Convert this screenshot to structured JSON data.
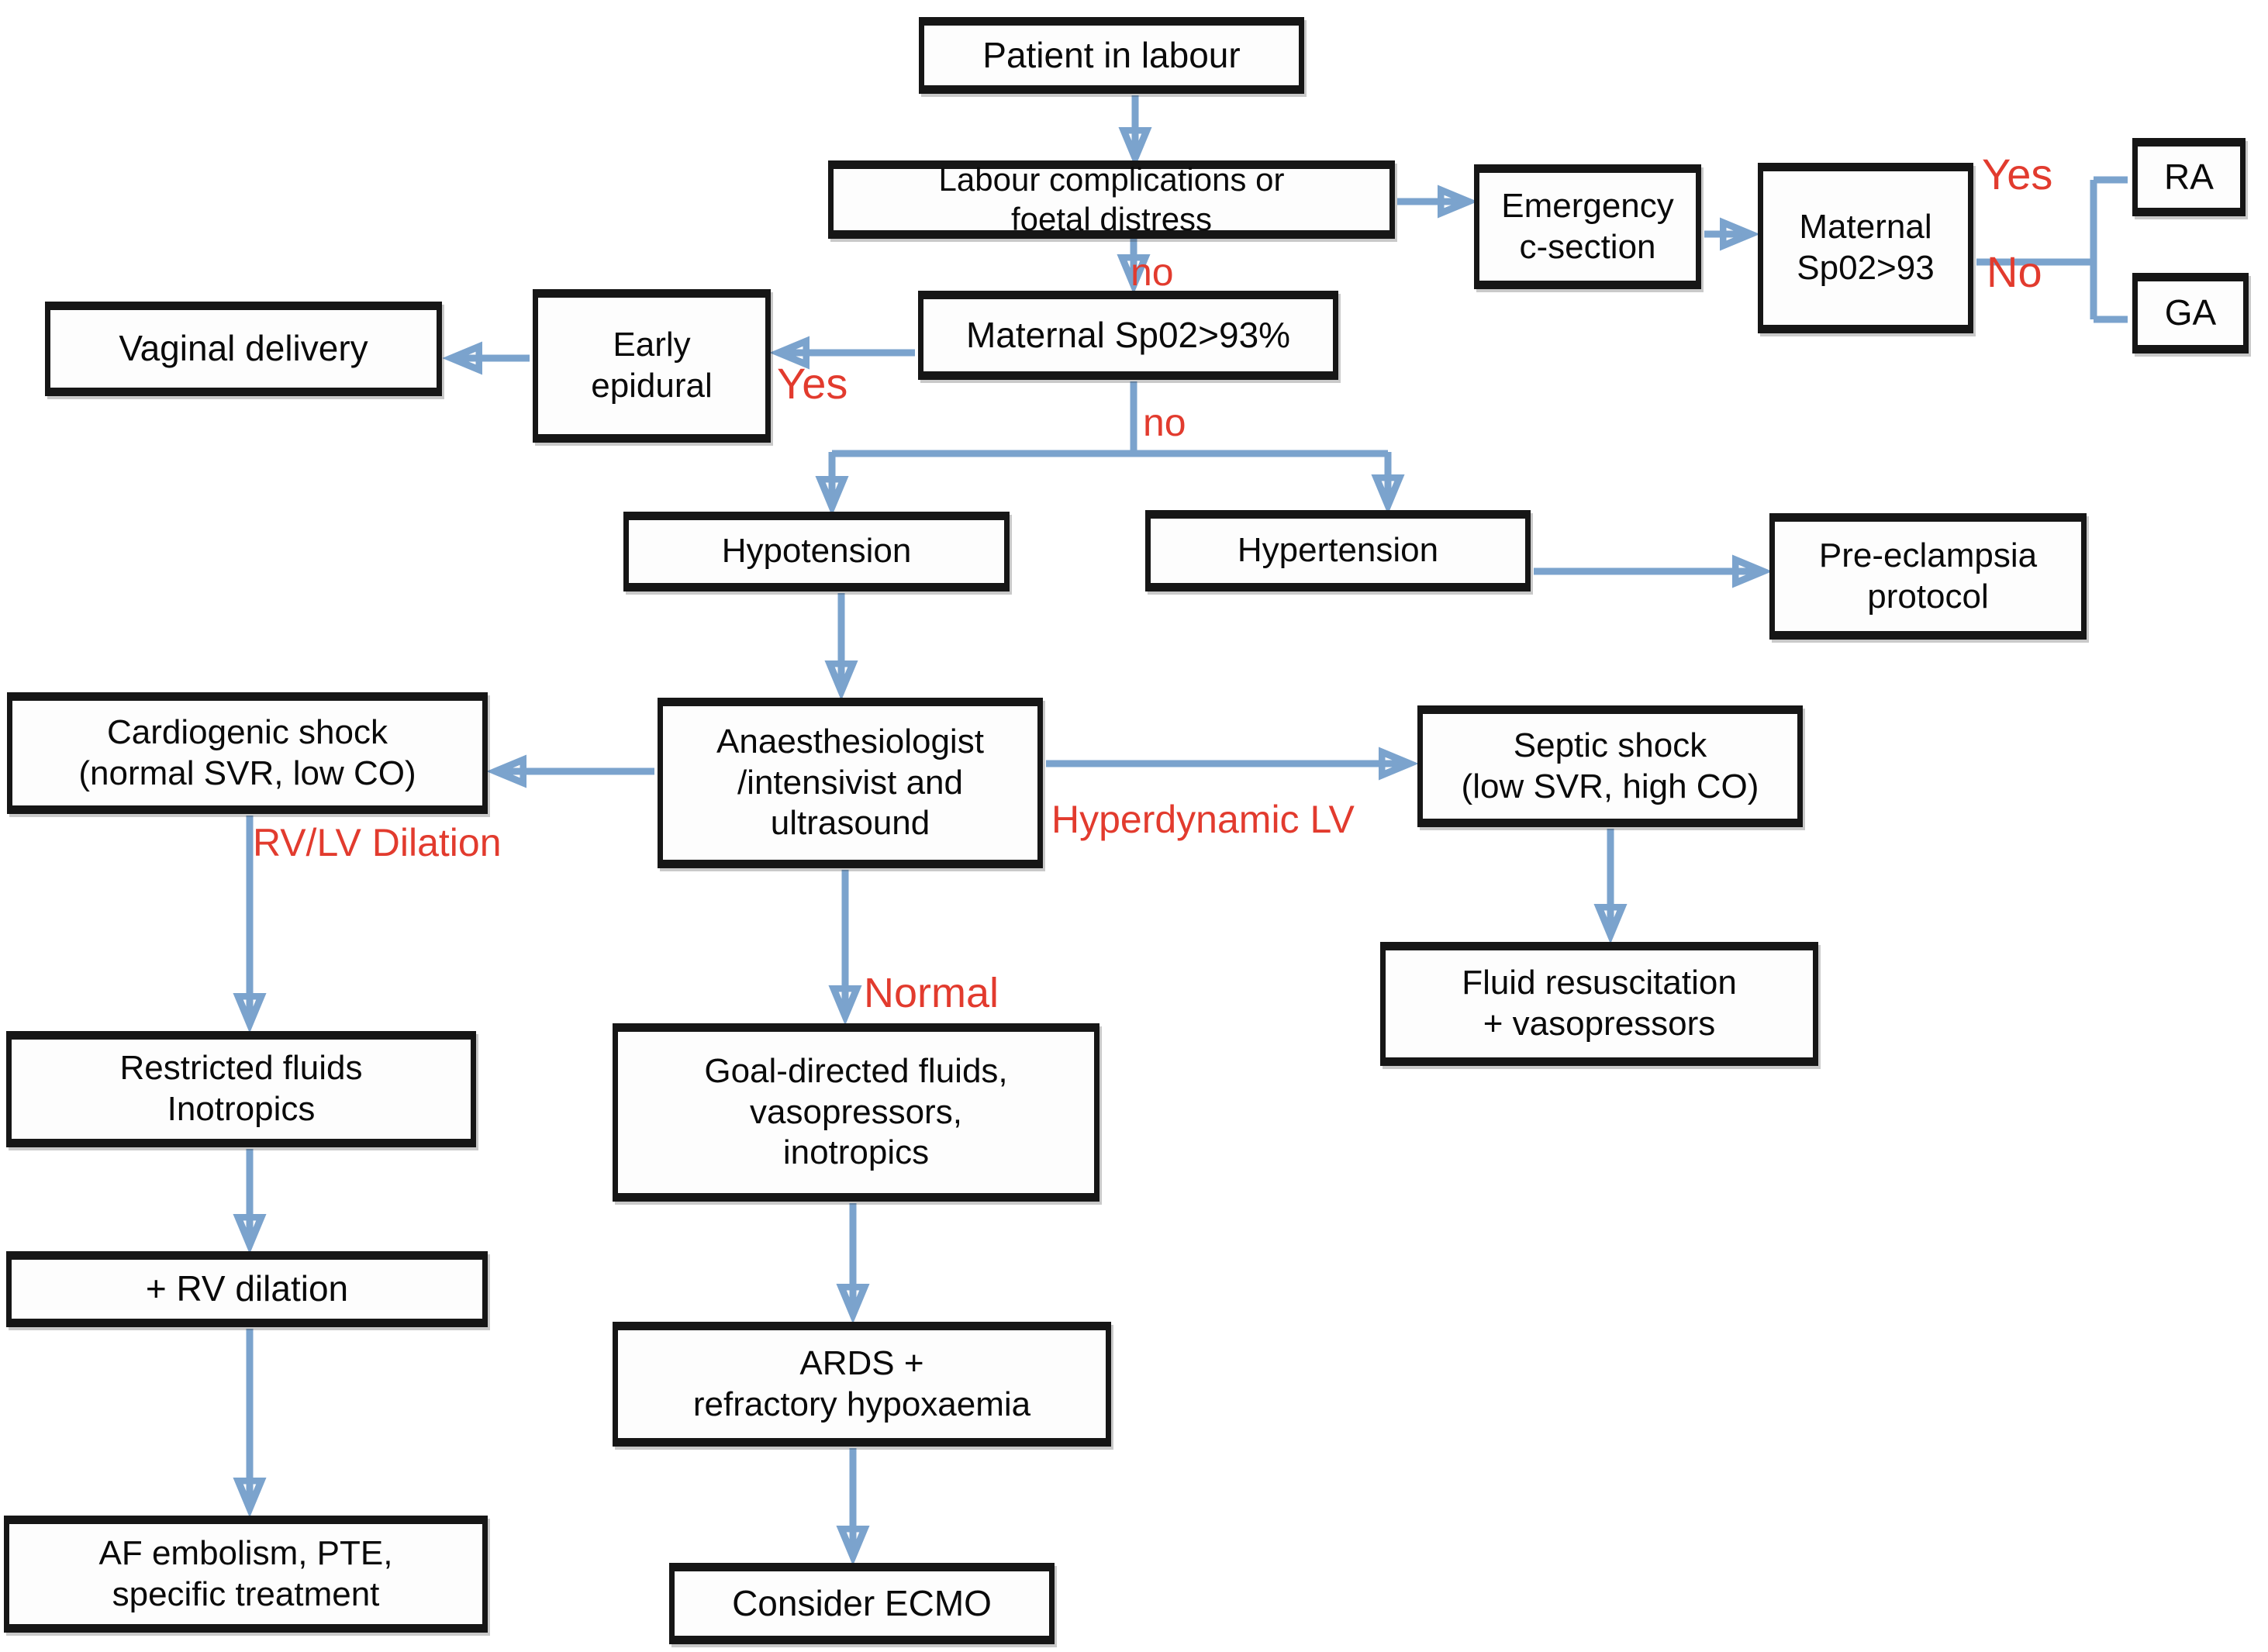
{
  "figure": {
    "colors": {
      "box_border": "#161616",
      "box_fill": "#fdfdfd",
      "arrow": "#7ba3cd",
      "edge_label": "#e23b2e",
      "text": "#0a0a0a",
      "background": "#ffffff"
    },
    "nodes": {
      "patient_in_labour": {
        "label": "Patient in labour"
      },
      "labour_complications": {
        "label": "Labour complications or\nfoetal distress"
      },
      "emergency_c_section": {
        "label": "Emergency\nc-section"
      },
      "maternal_spo2_right": {
        "label": "Maternal\nSp02>93"
      },
      "ra": {
        "label": "RA"
      },
      "ga": {
        "label": "GA"
      },
      "vaginal_delivery": {
        "label": "Vaginal delivery"
      },
      "early_epidural": {
        "label": "Early\nepidural"
      },
      "maternal_spo2_main": {
        "label": "Maternal Sp02>93%"
      },
      "hypotension": {
        "label": "Hypotension"
      },
      "hypertension": {
        "label": "Hypertension"
      },
      "pre_eclampsia": {
        "label": "Pre-eclampsia\nprotocol"
      },
      "cardiogenic_shock": {
        "label": "Cardiogenic shock\n(normal SVR, low CO)"
      },
      "anaesthesiologist": {
        "label": "Anaesthesiologist\n/intensivist and\nultrasound"
      },
      "septic_shock": {
        "label": "Septic shock\n(low SVR, high CO)"
      },
      "fluid_resuscitation": {
        "label": "Fluid resuscitation\n+ vasopressors"
      },
      "restricted_fluids": {
        "label": "Restricted fluids\nInotropics"
      },
      "goal_directed": {
        "label": "Goal-directed fluids,\nvasopressors,\ninotropics"
      },
      "rv_dilation": {
        "label": "+ RV dilation"
      },
      "ards": {
        "label": "ARDS +\nrefractory hypoxaemia"
      },
      "af_embolism": {
        "label": "AF embolism, PTE,\nspecific treatment"
      },
      "consider_ecmo": {
        "label": "Consider ECMO"
      }
    },
    "edge_labels": {
      "no_after_complications": "no",
      "yes_spo2": "Yes",
      "no_spo2": "no",
      "yes_csection": "Yes",
      "no_csection": "No",
      "rv_lv_dilation": "RV/LV Dilation",
      "hyperdynamic_lv": "Hyperdynamic LV",
      "normal": "Normal"
    }
  }
}
